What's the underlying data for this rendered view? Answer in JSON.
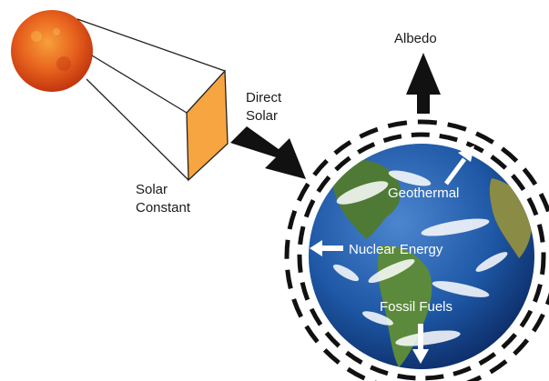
{
  "labels": {
    "direct_solar_line1": "Direct",
    "direct_solar_line2": "Solar",
    "solar_constant_line1": "Solar",
    "solar_constant_line2": "Constant",
    "albedo": "Albedo",
    "geothermal": "Geothermal",
    "nuclear_energy": "Nuclear Energy",
    "fossil_fuels": "Fossil Fuels"
  },
  "colors": {
    "sun": "#e0501a",
    "solar_panel": "#f6a540",
    "arrow_dark": "#111111",
    "ocean": "#1f5aa8",
    "land": "#4e7a36",
    "cloud": "#ffffff"
  }
}
